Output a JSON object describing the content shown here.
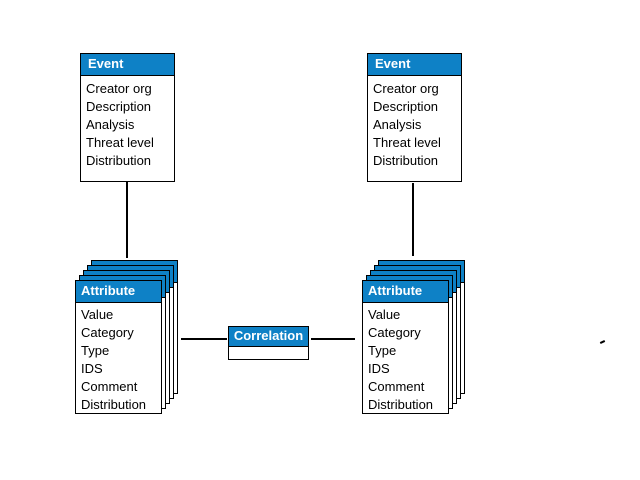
{
  "colors": {
    "header_blue": "#0E81C6",
    "border_black": "#000000",
    "background_white": "#FFFFFF",
    "header_text_white": "#FFFFFF",
    "body_text_black": "#000000"
  },
  "entities": {
    "event_left": {
      "title": "Event",
      "fields": [
        "Creator org",
        "Description",
        "Analysis",
        "Threat level",
        "Distribution"
      ]
    },
    "event_right": {
      "title": "Event",
      "fields": [
        "Creator org",
        "Description",
        "Analysis",
        "Threat level",
        "Distribution"
      ]
    },
    "attribute_left": {
      "title": "Attribute",
      "stack_count": 5,
      "fields": [
        "Value",
        "Category",
        "Type",
        "IDS",
        "Comment",
        "Distribution"
      ]
    },
    "attribute_right": {
      "title": "Attribute",
      "stack_count": 5,
      "fields": [
        "Value",
        "Category",
        "Type",
        "IDS",
        "Comment",
        "Distribution"
      ]
    },
    "correlation": {
      "title": "Correlation"
    }
  },
  "connections": [
    {
      "from": "event_left",
      "to": "attribute_left",
      "shape": "vertical-line"
    },
    {
      "from": "event_right",
      "to": "attribute_right",
      "shape": "vertical-line"
    },
    {
      "from": "attribute_left",
      "to": "correlation",
      "shape": "horizontal-line"
    },
    {
      "from": "correlation",
      "to": "attribute_right",
      "shape": "horizontal-line"
    }
  ]
}
